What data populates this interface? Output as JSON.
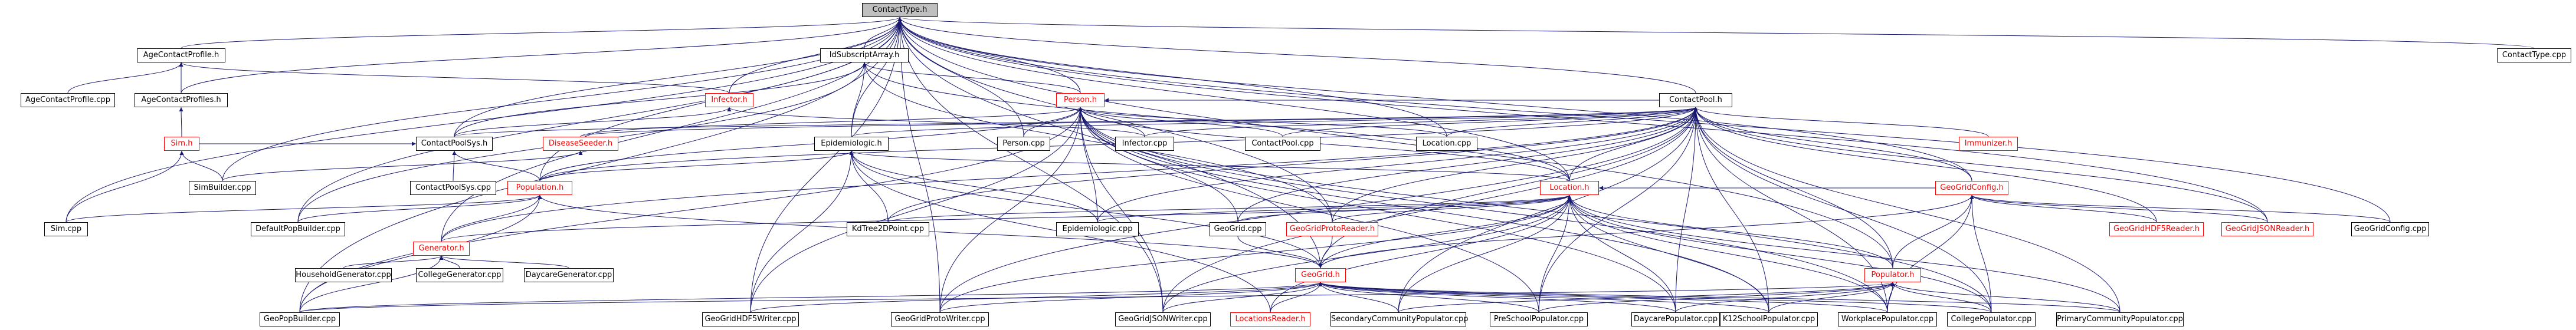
{
  "graph": {
    "type": "include-dependency-graph",
    "root": "ContactType.h",
    "colors": {
      "edge": "#191970",
      "node_border": "#000000",
      "node_red": "#ff0000",
      "root_fill": "#bfbfbf"
    },
    "nodes": {
      "contacttype_h": "ContactType.h",
      "agecontactprofile_h": "AgeContactProfile.h",
      "idsubscriptarray_h": "IdSubscriptArray.h",
      "contacttype_cpp": "ContactType.cpp",
      "agecontactprofile_cpp": "AgeContactProfile.cpp",
      "agecontactprofiles_h": "AgeContactProfiles.h",
      "infector_h": "Infector.h",
      "person_h": "Person.h",
      "contactpool_h": "ContactPool.h",
      "sim_h": "Sim.h",
      "contactpoolsys_h": "ContactPoolSys.h",
      "diseaseseeder_h": "DiseaseSeeder.h",
      "epidemiologic_h": "Epidemiologic.h",
      "person_cpp": "Person.cpp",
      "infector_cpp": "Infector.cpp",
      "contactpool_cpp": "ContactPool.cpp",
      "location_cpp": "Location.cpp",
      "immunizer_h": "Immunizer.h",
      "simbuilder_cpp": "SimBuilder.cpp",
      "contactpoolsys_cpp": "ContactPoolSys.cpp",
      "population_h": "Population.h",
      "location_h": "Location.h",
      "geogridconfig_h": "GeoGridConfig.h",
      "sim_cpp": "Sim.cpp",
      "defaultpopbuilder_cpp": "DefaultPopBuilder.cpp",
      "kdtree2dpoint_cpp": "KdTree2DPoint.cpp",
      "epidemiologic_cpp": "Epidemiologic.cpp",
      "geogrid_cpp": "GeoGrid.cpp",
      "geogridprotoreader_h": "GeoGridProtoReader.h",
      "geogridhdf5reader_h": "GeoGridHDF5Reader.h",
      "geogridjsonreader_h": "GeoGridJSONReader.h",
      "geogridconfig_cpp": "GeoGridConfig.cpp",
      "generator_h": "Generator.h",
      "householdgenerator_cpp": "HouseholdGenerator.cpp",
      "collegegenerator_cpp": "CollegeGenerator.cpp",
      "daycaregenerator_cpp": "DaycareGenerator.cpp",
      "geogrid_h": "GeoGrid.h",
      "populator_h": "Populator.h",
      "geopopbuilder_cpp": "GeoPopBuilder.cpp",
      "geogridhdf5writer_cpp": "GeoGridHDF5Writer.cpp",
      "geogridprotowriter_cpp": "GeoGridProtoWriter.cpp",
      "geogridjsonwriter_cpp": "GeoGridJSONWriter.cpp",
      "locationsreader_h": "LocationsReader.h",
      "secondarycommunitypopulator_cpp": "SecondaryCommunityPopulator.cpp",
      "preschoolpopulator_cpp": "PreSchoolPopulator.cpp",
      "daycarepopulator_cpp": "DaycarePopulator.cpp",
      "k12schoolpopulator_cpp": "K12SchoolPopulator.cpp",
      "workplacepopulator_cpp": "WorkplacePopulator.cpp",
      "collegepopulator_cpp": "CollegePopulator.cpp",
      "primarycommunitypopulator_cpp": "PrimaryCommunityPopulator.cpp"
    },
    "red_nodes": [
      "infector_h",
      "person_h",
      "sim_h",
      "diseaseseeder_h",
      "immunizer_h",
      "population_h",
      "location_h",
      "geogridconfig_h",
      "geogridprotoreader_h",
      "geogridhdf5reader_h",
      "geogridjsonreader_h",
      "generator_h",
      "geogrid_h",
      "populator_h",
      "locationsreader_h"
    ],
    "edges": [
      [
        "agecontactprofile_h",
        "contacttype_h"
      ],
      [
        "idsubscriptarray_h",
        "contacttype_h"
      ],
      [
        "contacttype_cpp",
        "contacttype_h"
      ],
      [
        "agecontactprofiles_h",
        "contacttype_h"
      ],
      [
        "infector_h",
        "contacttype_h"
      ],
      [
        "person_h",
        "contacttype_h"
      ],
      [
        "contactpool_h",
        "contacttype_h"
      ],
      [
        "contactpoolsys_h",
        "contacttype_h"
      ],
      [
        "epidemiologic_h",
        "contacttype_h"
      ],
      [
        "person_cpp",
        "contacttype_h"
      ],
      [
        "location_cpp",
        "contacttype_h"
      ],
      [
        "population_h",
        "contacttype_h"
      ],
      [
        "location_h",
        "contacttype_h"
      ],
      [
        "geogridconfig_h",
        "contacttype_h"
      ],
      [
        "sim_cpp",
        "contacttype_h"
      ],
      [
        "defaultpopbuilder_cpp",
        "contacttype_h"
      ],
      [
        "geogridprotoreader_h",
        "contacttype_h"
      ],
      [
        "geogridjsonreader_h",
        "contacttype_h"
      ],
      [
        "geogridconfig_cpp",
        "contacttype_h"
      ],
      [
        "generator_h",
        "contacttype_h"
      ],
      [
        "geogrid_h",
        "contacttype_h"
      ],
      [
        "populator_h",
        "contacttype_h"
      ],
      [
        "geopopbuilder_cpp",
        "contacttype_h"
      ],
      [
        "geogridhdf5writer_cpp",
        "contacttype_h"
      ],
      [
        "geogridprotowriter_cpp",
        "contacttype_h"
      ],
      [
        "geogridjsonwriter_cpp",
        "contacttype_h"
      ],
      [
        "simbuilder_cpp",
        "contacttype_h"
      ],
      [
        "agecontactprofile_cpp",
        "agecontactprofile_h"
      ],
      [
        "agecontactprofiles_h",
        "agecontactprofile_h"
      ],
      [
        "infector_h",
        "agecontactprofile_h"
      ],
      [
        "sim_h",
        "agecontactprofiles_h"
      ],
      [
        "person_h",
        "idsubscriptarray_h"
      ],
      [
        "contactpoolsys_h",
        "idsubscriptarray_h"
      ],
      [
        "epidemiologic_h",
        "idsubscriptarray_h"
      ],
      [
        "location_h",
        "idsubscriptarray_h"
      ],
      [
        "defaultpopbuilder_cpp",
        "idsubscriptarray_h"
      ],
      [
        "contactpoolsys_h",
        "infector_h"
      ],
      [
        "infector_cpp",
        "infector_h"
      ],
      [
        "sim_h",
        "contactpoolsys_h"
      ],
      [
        "contactpoolsys_cpp",
        "contactpoolsys_h"
      ],
      [
        "population_h",
        "contactpoolsys_h"
      ],
      [
        "sim_cpp",
        "sim_h"
      ],
      [
        "simbuilder_cpp",
        "sim_h"
      ],
      [
        "contactpool_h",
        "person_h"
      ],
      [
        "person_cpp",
        "person_h"
      ],
      [
        "infector_cpp",
        "person_h"
      ],
      [
        "contactpool_cpp",
        "person_h"
      ],
      [
        "location_cpp",
        "person_h"
      ],
      [
        "population_h",
        "person_h"
      ],
      [
        "location_h",
        "person_h"
      ],
      [
        "diseaseseeder_h",
        "person_h"
      ],
      [
        "epidemiologic_cpp",
        "person_h"
      ],
      [
        "geopopbuilder_cpp",
        "person_h"
      ],
      [
        "geogridprotowriter_cpp",
        "person_h"
      ],
      [
        "geogrid_cpp",
        "person_h"
      ],
      [
        "geogridhdf5writer_cpp",
        "person_h"
      ],
      [
        "geogridjsonwriter_cpp",
        "person_h"
      ],
      [
        "collegepopulator_cpp",
        "person_h"
      ],
      [
        "workplacepopulator_cpp",
        "person_h"
      ],
      [
        "daycarepopulator_cpp",
        "person_h"
      ],
      [
        "preschoolpopulator_cpp",
        "person_h"
      ],
      [
        "k12schoolpopulator_cpp",
        "person_h"
      ],
      [
        "contactpool_cpp",
        "contactpool_h"
      ],
      [
        "location_cpp",
        "contactpool_h"
      ],
      [
        "immunizer_h",
        "contactpool_h"
      ],
      [
        "location_h",
        "contactpool_h"
      ],
      [
        "geogridconfig_h",
        "contactpool_h"
      ],
      [
        "population_h",
        "contactpool_h"
      ],
      [
        "epidemiologic_h",
        "contactpool_h"
      ],
      [
        "diseaseseeder_h",
        "contactpool_h"
      ],
      [
        "infector_cpp",
        "contactpool_h"
      ],
      [
        "contactpoolsys_h",
        "contactpool_h"
      ],
      [
        "kdtree2dpoint_cpp",
        "contactpool_h"
      ],
      [
        "epidemiologic_cpp",
        "contactpool_h"
      ],
      [
        "geogrid_cpp",
        "contactpool_h"
      ],
      [
        "geogrid_h",
        "contactpool_h"
      ],
      [
        "populator_h",
        "contactpool_h"
      ],
      [
        "geogridprotoreader_h",
        "contactpool_h"
      ],
      [
        "geogridhdf5reader_h",
        "contactpool_h"
      ],
      [
        "geogridjsonreader_h",
        "contactpool_h"
      ],
      [
        "geogridprotowriter_cpp",
        "contactpool_h"
      ],
      [
        "geogridjsonwriter_cpp",
        "contactpool_h"
      ],
      [
        "preschoolpopulator_cpp",
        "contactpool_h"
      ],
      [
        "daycarepopulator_cpp",
        "contactpool_h"
      ],
      [
        "k12schoolpopulator_cpp",
        "contactpool_h"
      ],
      [
        "workplacepopulator_cpp",
        "contactpool_h"
      ],
      [
        "collegepopulator_cpp",
        "contactpool_h"
      ],
      [
        "primarycommunitypopulator_cpp",
        "contactpool_h"
      ],
      [
        "secondarycommunitypopulator_cpp",
        "contactpool_h"
      ],
      [
        "generator_h",
        "contactpool_h"
      ],
      [
        "population_h",
        "epidemiologic_h"
      ],
      [
        "location_h",
        "epidemiologic_h"
      ],
      [
        "epidemiologic_cpp",
        "epidemiologic_h"
      ],
      [
        "kdtree2dpoint_cpp",
        "epidemiologic_h"
      ],
      [
        "geogrid_h",
        "epidemiologic_h"
      ],
      [
        "locationsreader_h",
        "epidemiologic_h"
      ],
      [
        "geogridhdf5writer_cpp",
        "epidemiologic_h"
      ],
      [
        "sim_cpp",
        "population_h"
      ],
      [
        "defaultpopbuilder_cpp",
        "population_h"
      ],
      [
        "geopopbuilder_cpp",
        "population_h"
      ],
      [
        "generator_h",
        "population_h"
      ],
      [
        "geogrid_h",
        "population_h"
      ],
      [
        "simbuilder_cpp",
        "diseaseseeder_h"
      ],
      [
        "geogridconfig_h",
        "location_h"
      ],
      [
        "kdtree2dpoint_cpp",
        "location_h"
      ],
      [
        "epidemiologic_cpp",
        "location_h"
      ],
      [
        "geogrid_cpp",
        "location_h"
      ],
      [
        "geogridprotoreader_h",
        "location_h"
      ],
      [
        "generator_h",
        "location_h"
      ],
      [
        "geogrid_h",
        "location_h"
      ],
      [
        "populator_h",
        "location_h"
      ],
      [
        "locationsreader_h",
        "location_h"
      ],
      [
        "secondarycommunitypopulator_cpp",
        "location_h"
      ],
      [
        "preschoolpopulator_cpp",
        "location_h"
      ],
      [
        "daycarepopulator_cpp",
        "location_h"
      ],
      [
        "k12schoolpopulator_cpp",
        "location_h"
      ],
      [
        "workplacepopulator_cpp",
        "location_h"
      ],
      [
        "collegepopulator_cpp",
        "location_h"
      ],
      [
        "primarycommunitypopulator_cpp",
        "location_h"
      ],
      [
        "geogridprotowriter_cpp",
        "location_h"
      ],
      [
        "geogridjsonwriter_cpp",
        "location_h"
      ],
      [
        "geogridconfig_cpp",
        "geogridconfig_h"
      ],
      [
        "populator_h",
        "geogridconfig_h"
      ],
      [
        "collegepopulator_cpp",
        "geogridconfig_h"
      ],
      [
        "workplacepopulator_cpp",
        "geogridconfig_h"
      ],
      [
        "geogrid_h",
        "geogridconfig_h"
      ],
      [
        "geogridjsonreader_h",
        "geogridconfig_h"
      ],
      [
        "householdgenerator_cpp",
        "generator_h"
      ],
      [
        "collegegenerator_cpp",
        "generator_h"
      ],
      [
        "daycaregenerator_cpp",
        "generator_h"
      ],
      [
        "geopopbuilder_cpp",
        "generator_h"
      ],
      [
        "geogrid_cpp",
        "geogrid_h"
      ],
      [
        "geogridprotoreader_h",
        "geogrid_h"
      ],
      [
        "geopopbuilder_cpp",
        "geogrid_h"
      ],
      [
        "geogridhdf5writer_cpp",
        "geogrid_h"
      ],
      [
        "geogridprotowriter_cpp",
        "geogrid_h"
      ],
      [
        "geogridjsonwriter_cpp",
        "geogrid_h"
      ],
      [
        "locationsreader_h",
        "geogrid_h"
      ],
      [
        "secondarycommunitypopulator_cpp",
        "geogrid_h"
      ],
      [
        "preschoolpopulator_cpp",
        "geogrid_h"
      ],
      [
        "daycarepopulator_cpp",
        "geogrid_h"
      ],
      [
        "k12schoolpopulator_cpp",
        "geogrid_h"
      ],
      [
        "workplacepopulator_cpp",
        "geogrid_h"
      ],
      [
        "collegepopulator_cpp",
        "geogrid_h"
      ],
      [
        "primarycommunitypopulator_cpp",
        "geogrid_h"
      ],
      [
        "geopopbuilder_cpp",
        "populator_h"
      ],
      [
        "secondarycommunitypopulator_cpp",
        "populator_h"
      ],
      [
        "preschoolpopulator_cpp",
        "populator_h"
      ],
      [
        "daycarepopulator_cpp",
        "populator_h"
      ],
      [
        "k12schoolpopulator_cpp",
        "populator_h"
      ],
      [
        "workplacepopulator_cpp",
        "populator_h"
      ],
      [
        "collegepopulator_cpp",
        "populator_h"
      ],
      [
        "primarycommunitypopulator_cpp",
        "populator_h"
      ],
      [
        "geogridhdf5reader_h",
        "geogridconfig_h"
      ],
      [
        "geogridprotoreader_h",
        "idsubscriptarray_h"
      ]
    ]
  }
}
